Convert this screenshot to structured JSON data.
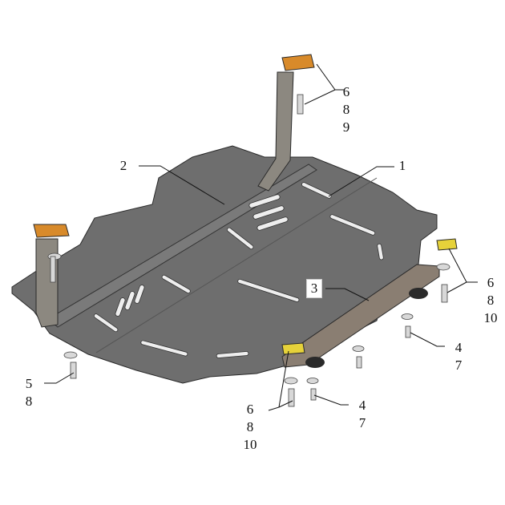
{
  "diagram": {
    "colors": {
      "plate": "#6e6e6e",
      "rail": "#8a7e72",
      "bracket_orange": "#d88a2a",
      "bracket_yellow": "#e6d23a",
      "slot": "#f2f2f2",
      "outline": "#2a2a2a"
    },
    "callouts": {
      "part1": "1",
      "part2": "2",
      "part3": "3",
      "top_right": [
        "6",
        "8",
        "9"
      ],
      "right": [
        "6",
        "8",
        "10"
      ],
      "right_bolt": [
        "4",
        "7"
      ],
      "bottom_bolt": [
        "4",
        "7"
      ],
      "bottom": [
        "6",
        "8",
        "10"
      ],
      "left": [
        "5",
        "8"
      ]
    }
  }
}
